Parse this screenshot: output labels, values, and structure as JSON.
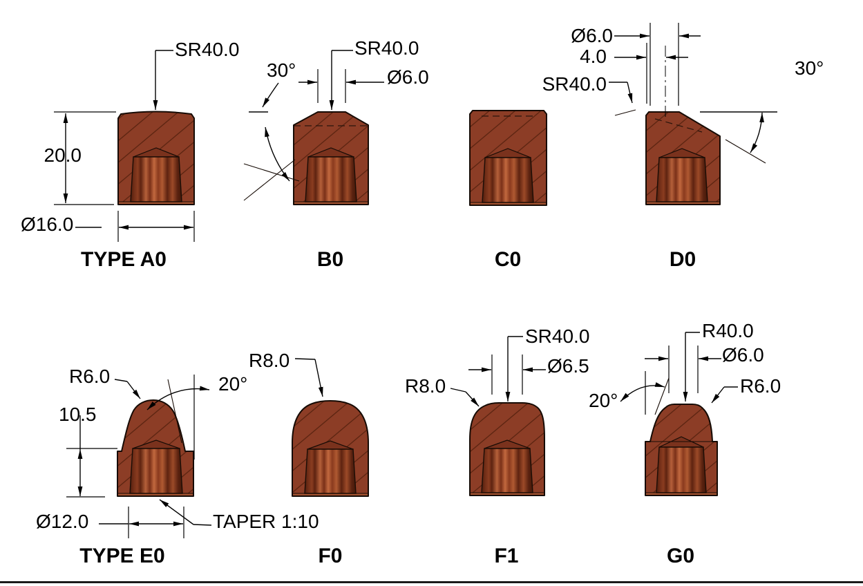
{
  "colors": {
    "body": "#8C3D26",
    "hatch": "#58220F",
    "outline": "#160B05",
    "cone": "#7A321D",
    "rim": "#A2512F",
    "line": "#000000"
  },
  "fig": {
    "title_row1": [
      {
        "name": "TYPE A0",
        "ann": {
          "sr": "SR40.0",
          "height": "20.0",
          "dia": "Ø16.0"
        }
      },
      {
        "name": "B0",
        "ann": {
          "angle": "30°",
          "sr": "SR40.0",
          "tip": "Ø6.0"
        }
      },
      {
        "name": "C0",
        "ann": {}
      },
      {
        "name": "D0",
        "ann": {
          "tip": "Ø6.0",
          "flat": "4.0",
          "sr": "SR40.0",
          "angle": "30°"
        }
      }
    ],
    "title_row2": [
      {
        "name": "TYPE E0",
        "ann": {
          "r": "R6.0",
          "angle": "20°",
          "height": "10.5",
          "dia": "Ø12.0",
          "taper": "TAPER 1:10"
        }
      },
      {
        "name": "F0",
        "ann": {
          "r": "R8.0"
        }
      },
      {
        "name": "F1",
        "ann": {
          "r": "R8.0",
          "sr": "SR40.0",
          "tip": "Ø6.5"
        }
      },
      {
        "name": "G0",
        "ann": {
          "angle": "20°",
          "r40": "R40.0",
          "tip": "Ø6.0",
          "r6": "R6.0"
        }
      }
    ]
  }
}
